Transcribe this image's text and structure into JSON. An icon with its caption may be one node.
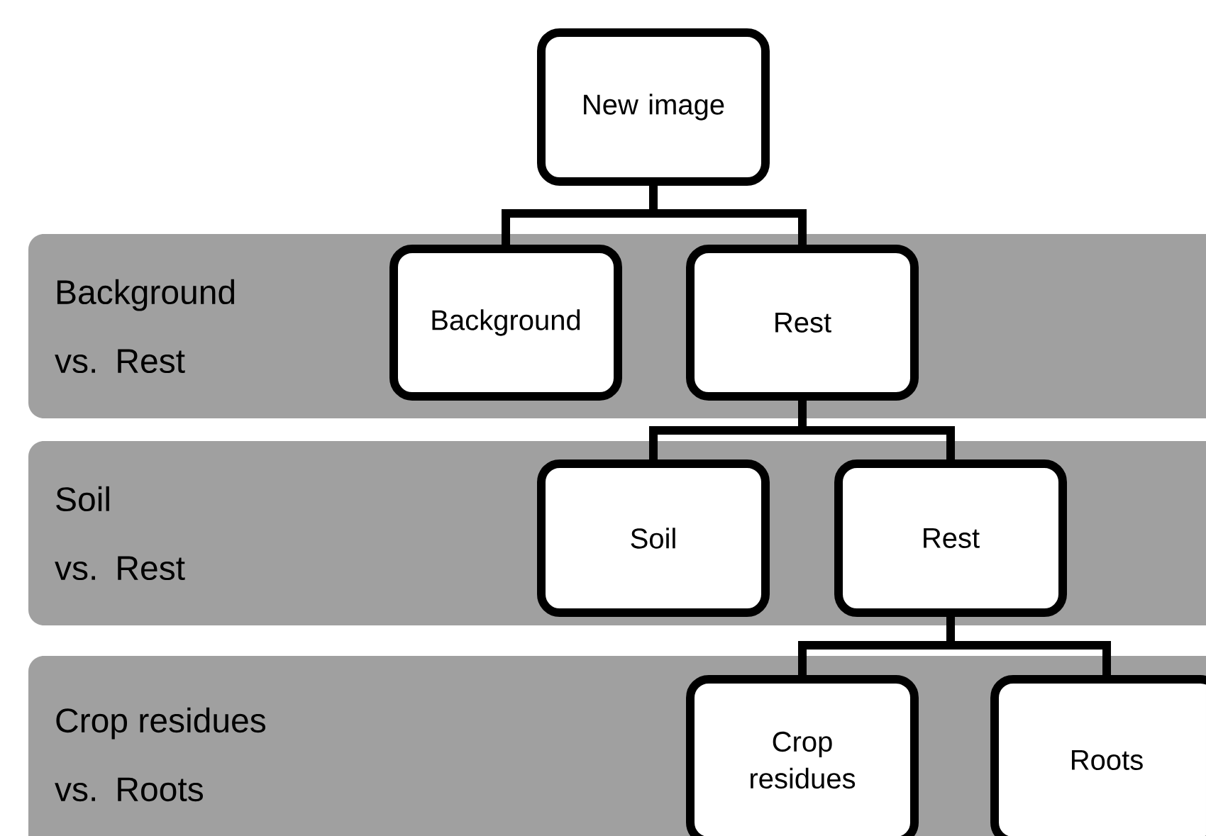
{
  "diagram": {
    "nodes": [
      {
        "text": [
          "New image"
        ]
      },
      {
        "text": [
          "Background vs. Rest"
        ]
      },
      {
        "text": [
          "Background"
        ],
        "in": 1
      },
      {
        "text": [
          "Rest"
        ],
        "in": 1
      },
      {
        "text": [
          "Soil vs. Rest"
        ]
      },
      {
        "text": [
          "Soil"
        ],
        "in": 4
      },
      {
        "text": [
          "Rest"
        ],
        "in": 4
      },
      {
        "text": [
          "Crop residues vs. Roots"
        ]
      },
      {
        "text": [
          "Crop residues"
        ],
        "in": 7
      },
      {
        "text": [
          "Roots"
        ],
        "in": 7
      }
    ],
    "edges": [
      {
        "from": 0,
        "to": 2,
        "arrow": "none"
      },
      {
        "from": 0,
        "to": 3,
        "arrow": "none"
      },
      {
        "from": 3,
        "to": 5,
        "arrow": "none"
      },
      {
        "from": 3,
        "to": 6,
        "arrow": "none"
      },
      {
        "from": 6,
        "to": 8,
        "arrow": "none"
      },
      {
        "from": 6,
        "to": 9,
        "arrow": "none"
      }
    ]
  }
}
